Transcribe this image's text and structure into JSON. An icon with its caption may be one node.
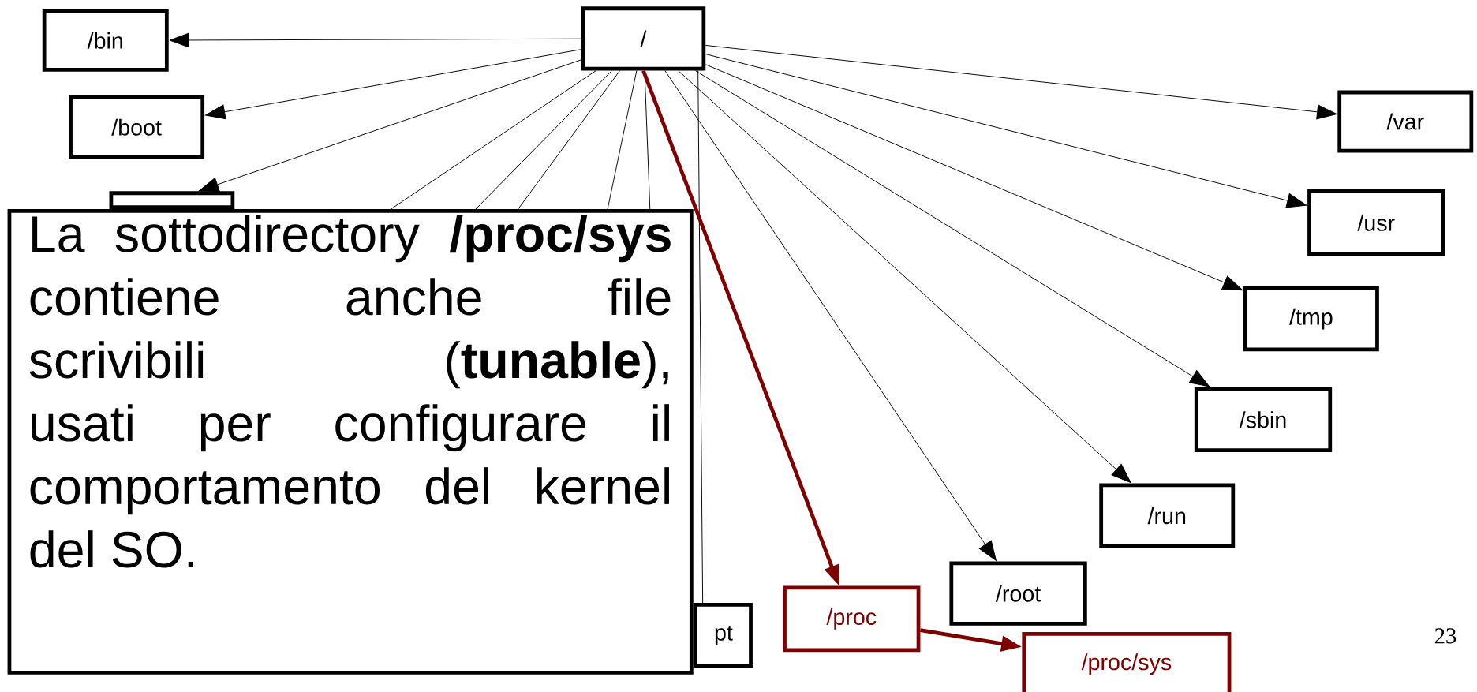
{
  "diagram": {
    "nodes": [
      {
        "text": [
          "/"
        ]
      },
      {
        "text": [
          "/bin"
        ]
      },
      {
        "text": [
          "/boot"
        ]
      },
      {
        "text": [],
        "shape": "box"
      },
      {
        "text": [
          "La sottodirectory **/proc/sys** contiene anche file scrivibili (**tunable**), usati per configurare il comportamento del kernel del SO."
        ]
      },
      {
        "text": [
          "pt"
        ]
      },
      {
        "text": [
          "/proc"
        ]
      },
      {
        "text": [
          "/proc/sys"
        ]
      },
      {
        "text": [
          "/root"
        ]
      },
      {
        "text": [
          "/run"
        ]
      },
      {
        "text": [
          "/sbin"
        ]
      },
      {
        "text": [
          "/tmp"
        ]
      },
      {
        "text": [
          "/usr"
        ]
      },
      {
        "text": [
          "/var"
        ]
      }
    ],
    "edges": [
      {
        "from": 0,
        "to": 1,
        "arrow": "to"
      },
      {
        "from": 0,
        "to": 2,
        "arrow": "to"
      },
      {
        "from": 0,
        "to": 3,
        "arrow": "to"
      },
      {
        "from": 0,
        "to": 4,
        "arrow": "none"
      },
      {
        "from": 0,
        "to": 4,
        "arrow": "none"
      },
      {
        "from": 0,
        "to": 4,
        "arrow": "none"
      },
      {
        "from": 0,
        "to": 4,
        "arrow": "none"
      },
      {
        "from": 0,
        "to": 4,
        "arrow": "none"
      },
      {
        "from": 0,
        "to": 5,
        "arrow": "none"
      },
      {
        "from": 0,
        "to": 6,
        "arrow": "to",
        "style": "thick",
        "color": "#7f0000"
      },
      {
        "from": 0,
        "to": 8,
        "arrow": "to"
      },
      {
        "from": 0,
        "to": 9,
        "arrow": "to"
      },
      {
        "from": 0,
        "to": 10,
        "arrow": "to"
      },
      {
        "from": 0,
        "to": 11,
        "arrow": "to"
      },
      {
        "from": 0,
        "to": 12,
        "arrow": "to"
      },
      {
        "from": 0,
        "to": 13,
        "arrow": "to"
      },
      {
        "from": 6,
        "to": 7,
        "arrow": "to",
        "style": "thick",
        "color": "#7f0000"
      }
    ],
    "labels": [
      "23"
    ]
  }
}
